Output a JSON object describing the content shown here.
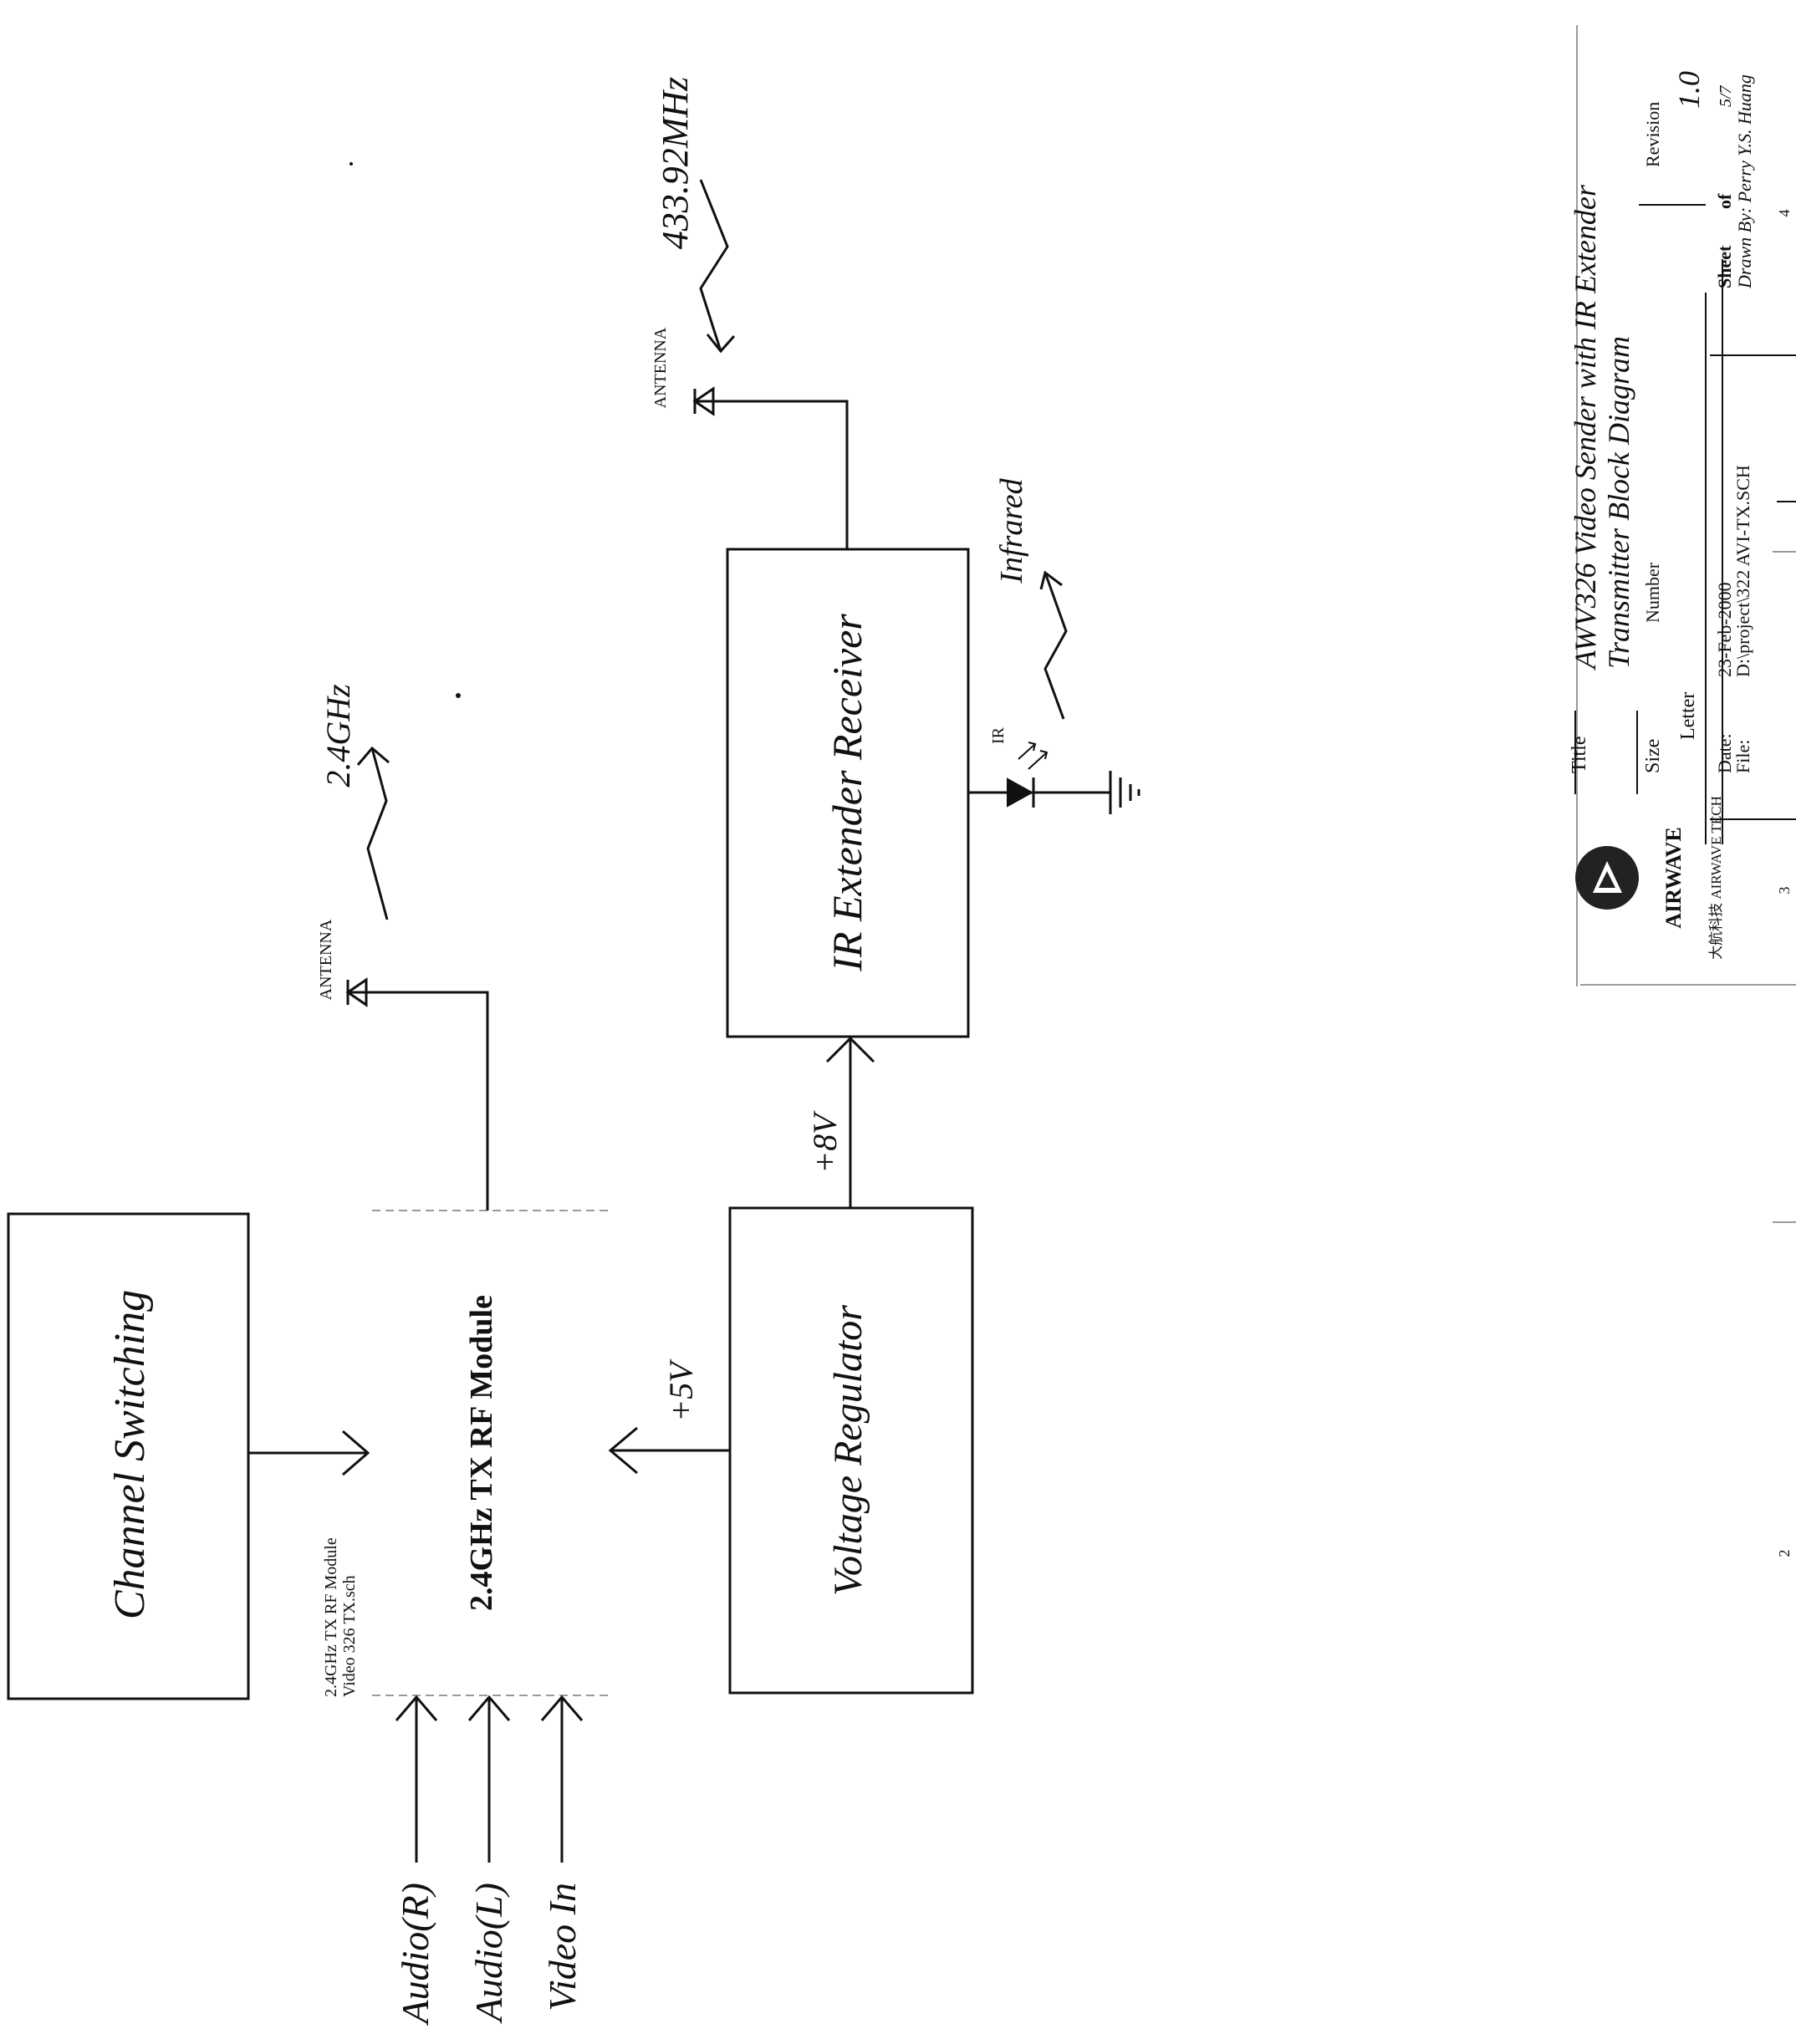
{
  "blocks": {
    "channel_switching": "Channel Switching",
    "rf_module": "2.4GHz TX RF Module",
    "voltage_regulator": "Voltage Regulator",
    "ir_receiver": "IR Extender Receiver"
  },
  "subsheet": {
    "line1": "2.4GHz TX RF Module",
    "line2": "Video 326 TX.sch"
  },
  "inputs": [
    "Audio(R)",
    "Audio(L)",
    "Video In"
  ],
  "labels": {
    "plus5v": "+5V",
    "plus8v": "+8V",
    "antenna_1": "ANTENNA",
    "antenna_2": "ANTENNA",
    "freq_24": "2.4GHz",
    "freq_433": "433.92MHz",
    "infrared": "Infrared",
    "ir_led": "IR"
  },
  "title_block": {
    "company": "AIRWAVE",
    "company_sub": "大航科技 AIRWAVE TECH",
    "title_label": "Title",
    "title_line1": "AWV326 Video Sender with IR Extender",
    "title_line2": "Transmitter Block Diagram",
    "size_label": "Size",
    "size_value": "Letter",
    "number_label": "Number",
    "revision_label": "Revision",
    "revision_value": "1.0",
    "date_label": "Date:",
    "date_value": "23-Feb-2000",
    "file_label": "File:",
    "file_value": "D:\\project\\322 AVI-TX.SCH",
    "sheet_label": "Sheet",
    "sheet_of": "of",
    "sheet_value": "5/7",
    "drawn_by": "Drawn By: Perry Y.S. Huang"
  },
  "border_marks": [
    "2",
    "3",
    "4"
  ]
}
